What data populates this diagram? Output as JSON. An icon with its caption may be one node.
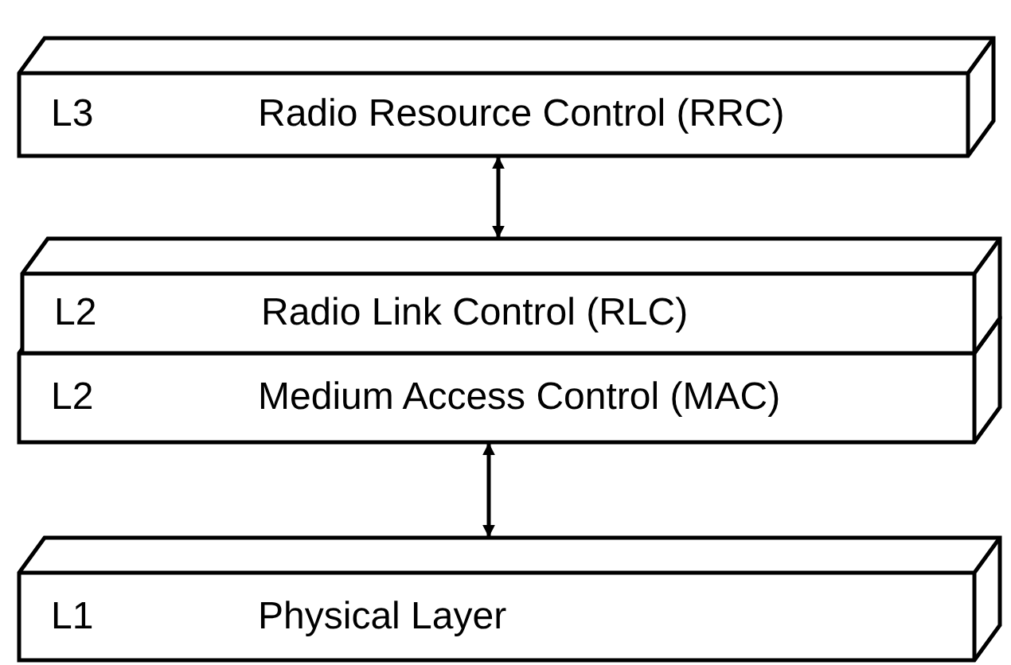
{
  "diagram": {
    "nodes": [
      {
        "text": [
          "L3",
          "Radio Resource Control (RRC)"
        ]
      },
      {
        "text": [
          "L2",
          "Radio Link Control (RLC)"
        ]
      },
      {
        "text": [
          "L2",
          "Medium Access Control (MAC)"
        ]
      },
      {
        "text": [
          "L1",
          "Physical Layer"
        ]
      }
    ],
    "edges": [
      {
        "from": 0,
        "to": 1,
        "arrow": "both"
      },
      {
        "from": 2,
        "to": 3,
        "arrow": "both"
      }
    ]
  }
}
